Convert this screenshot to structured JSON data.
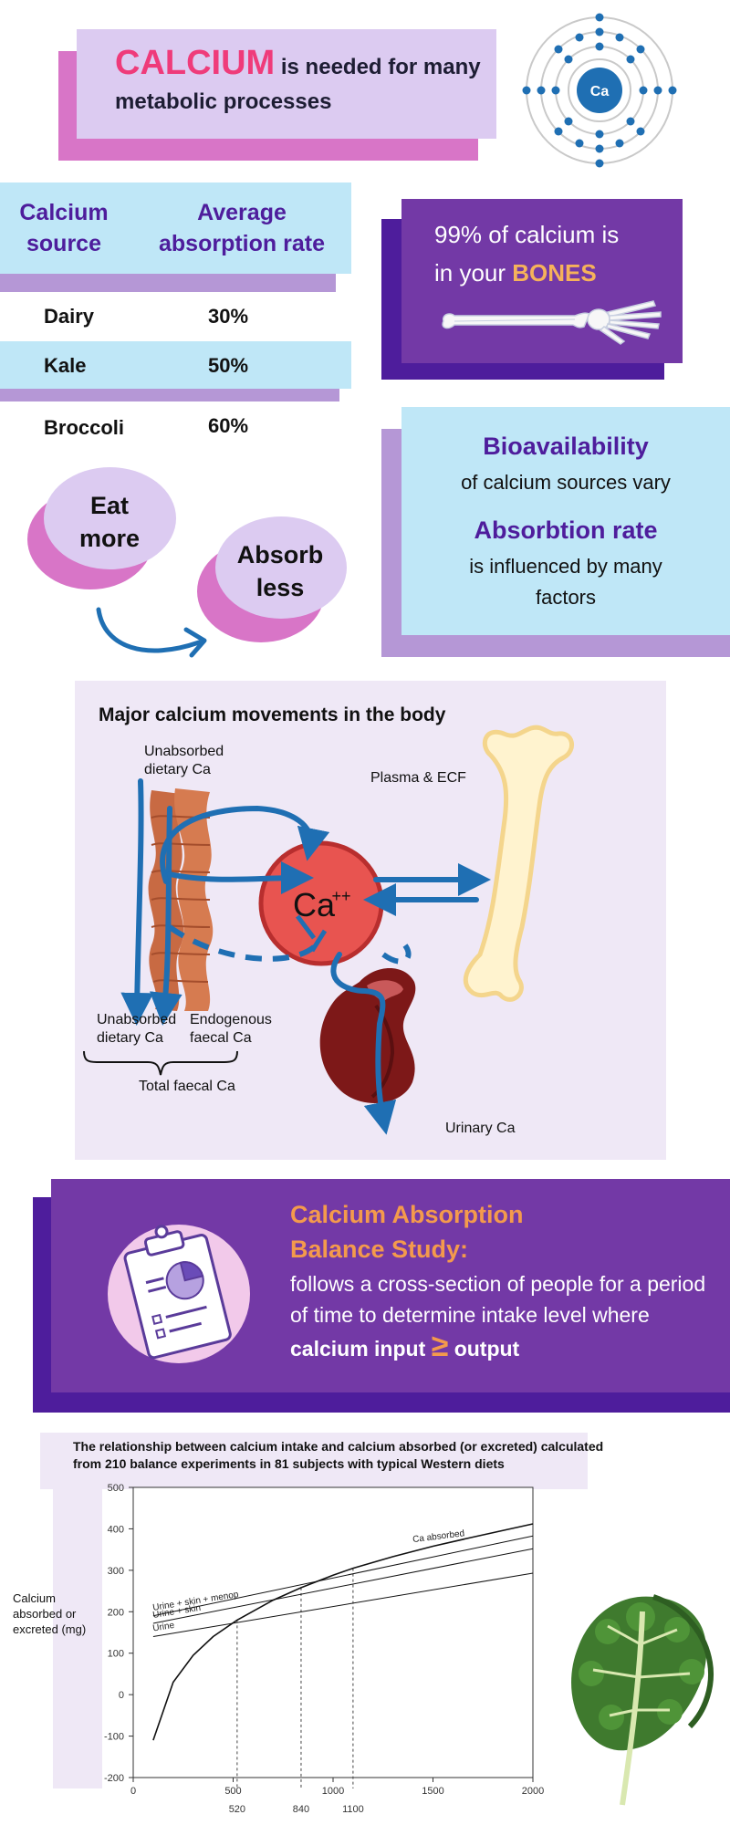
{
  "title": {
    "accent": "CALCIUM",
    "rest": "is needed for many metabolic processes"
  },
  "atom": {
    "symbol": "Ca"
  },
  "table": {
    "headers": [
      "Calcium source",
      "Average absorption rate"
    ],
    "rows": [
      {
        "source": "Dairy",
        "rate": "30%"
      },
      {
        "source": "Kale",
        "rate": "50%"
      },
      {
        "source": "Broccoli",
        "rate": "60%"
      }
    ]
  },
  "bones": {
    "line1": "99% of calcium is",
    "line2_prefix": "in your",
    "line2_accent": "BONES"
  },
  "eat_absorb": {
    "eat": "Eat more",
    "absorb": "Absorb less"
  },
  "bioavailability": {
    "heading1": "Bioavailability",
    "sub1": "of calcium sources vary",
    "heading2": "Absorbtion rate",
    "sub2": "is influenced by many factors"
  },
  "diagram": {
    "title": "Major calcium movements in the body",
    "unabsorbed_top": "Unabsorbed dietary Ca",
    "plasma": "Plasma & ECF",
    "ca_ion": "Ca",
    "ca_charge": "++",
    "unabsorbed_bottom": "Unabsorbed dietary Ca",
    "endogenous": "Endogenous faecal Ca",
    "total_faecal": "Total faecal Ca",
    "urinary": "Urinary Ca"
  },
  "study": {
    "title": "Calcium Absorption Balance Study:",
    "body": "follows a cross-section of people for a period of time to determine intake level where",
    "bold_input": "calcium input",
    "geq": "≥",
    "bold_output": "output"
  },
  "chart_data": {
    "type": "line",
    "title": "The relationship between calcium intake and calcium absorbed (or excreted) calculated from 210 balance experiments in 81 subjects with typical Western diets",
    "ylabel": "Calcium absorbed or excreted (mg)",
    "xlabel": "",
    "xlim": [
      0,
      2000
    ],
    "ylim": [
      -200,
      500
    ],
    "x_ticks": [
      0,
      500,
      1000,
      1500,
      2000
    ],
    "y_ticks": [
      -200,
      -100,
      0,
      100,
      200,
      300,
      400,
      500
    ],
    "marked_x": [
      520,
      840,
      1100
    ],
    "series": [
      {
        "name": "Ca absorbed",
        "x": [
          100,
          200,
          300,
          400,
          520,
          700,
          840,
          1000,
          1100,
          1300,
          1500,
          1700,
          2000
        ],
        "y": [
          -110,
          30,
          95,
          140,
          180,
          228,
          258,
          288,
          305,
          333,
          358,
          380,
          412
        ]
      },
      {
        "name": "Urine + skin + menop",
        "x": [
          100,
          2000
        ],
        "y": [
          190,
          383
        ]
      },
      {
        "name": "Urine + skin",
        "x": [
          100,
          2000
        ],
        "y": [
          172,
          352
        ]
      },
      {
        "name": "Urine",
        "x": [
          100,
          2000
        ],
        "y": [
          140,
          293
        ]
      }
    ]
  },
  "colors": {
    "pink_accent": "#ef3b7a",
    "purple": "#7339a6",
    "dark_purple": "#4e1d9c",
    "lavender": "#dccbf1",
    "sky": "#bfe7f7",
    "orange": "#f49a4c",
    "blue_arrow": "#1f6fb3"
  }
}
